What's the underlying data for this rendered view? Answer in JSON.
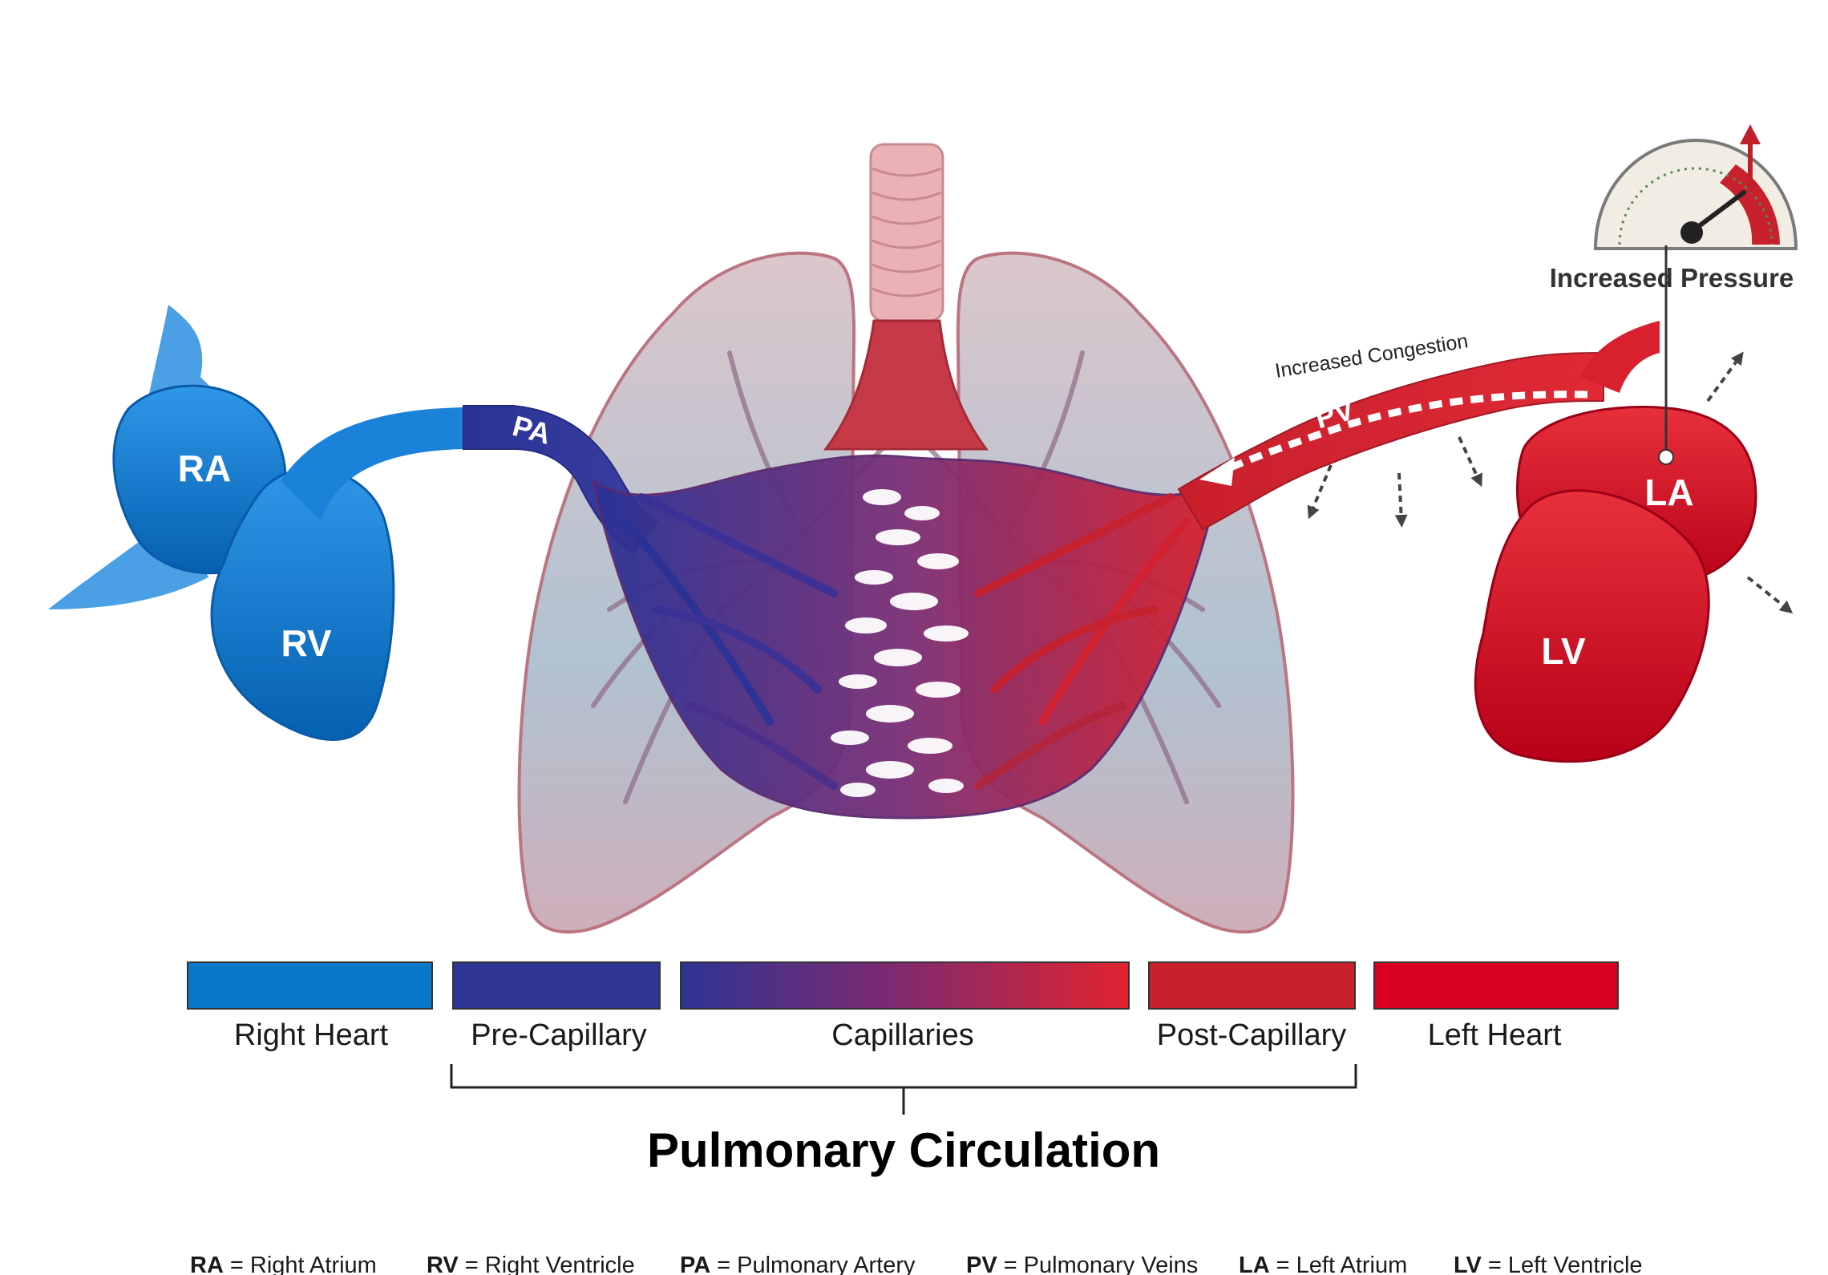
{
  "labels": {
    "ra": "RA",
    "rv": "RV",
    "pa": "PA",
    "pv": "PV",
    "la": "LA",
    "lv": "LV",
    "increased_congestion": "Increased Congestion",
    "increased_pressure": "Increased Pressure"
  },
  "segments": [
    {
      "label": "Right Heart",
      "color": "#0a78c8"
    },
    {
      "label": "Pre-Capillary",
      "color": "#2e3593"
    },
    {
      "label": "Capillaries",
      "color_start": "#2e3593",
      "color_end": "#e0242e"
    },
    {
      "label": "Post-Capillary",
      "color": "#c8202c"
    },
    {
      "label": "Left Heart",
      "color": "#d8001e"
    }
  ],
  "title": "Pulmonary Circulation",
  "legend": [
    {
      "abbr": "RA",
      "desc": "= Right Atrium"
    },
    {
      "abbr": "RV",
      "desc": "= Right Ventricle"
    },
    {
      "abbr": "PA",
      "desc": "= Pulmonary Artery"
    },
    {
      "abbr": "PV",
      "desc": "= Pulmonary Veins"
    },
    {
      "abbr": "LA",
      "desc": "= Left Atrium"
    },
    {
      "abbr": "LV",
      "desc": "= Left Ventricle"
    }
  ],
  "colors": {
    "right_heart": "#0a78c8",
    "pulmonary_artery": "#2e3593",
    "left_heart": "#d8001e",
    "lung_tissue": "#b07a86",
    "trachea": "#e8a3a6",
    "pressure_arrow": "#c0202a"
  }
}
